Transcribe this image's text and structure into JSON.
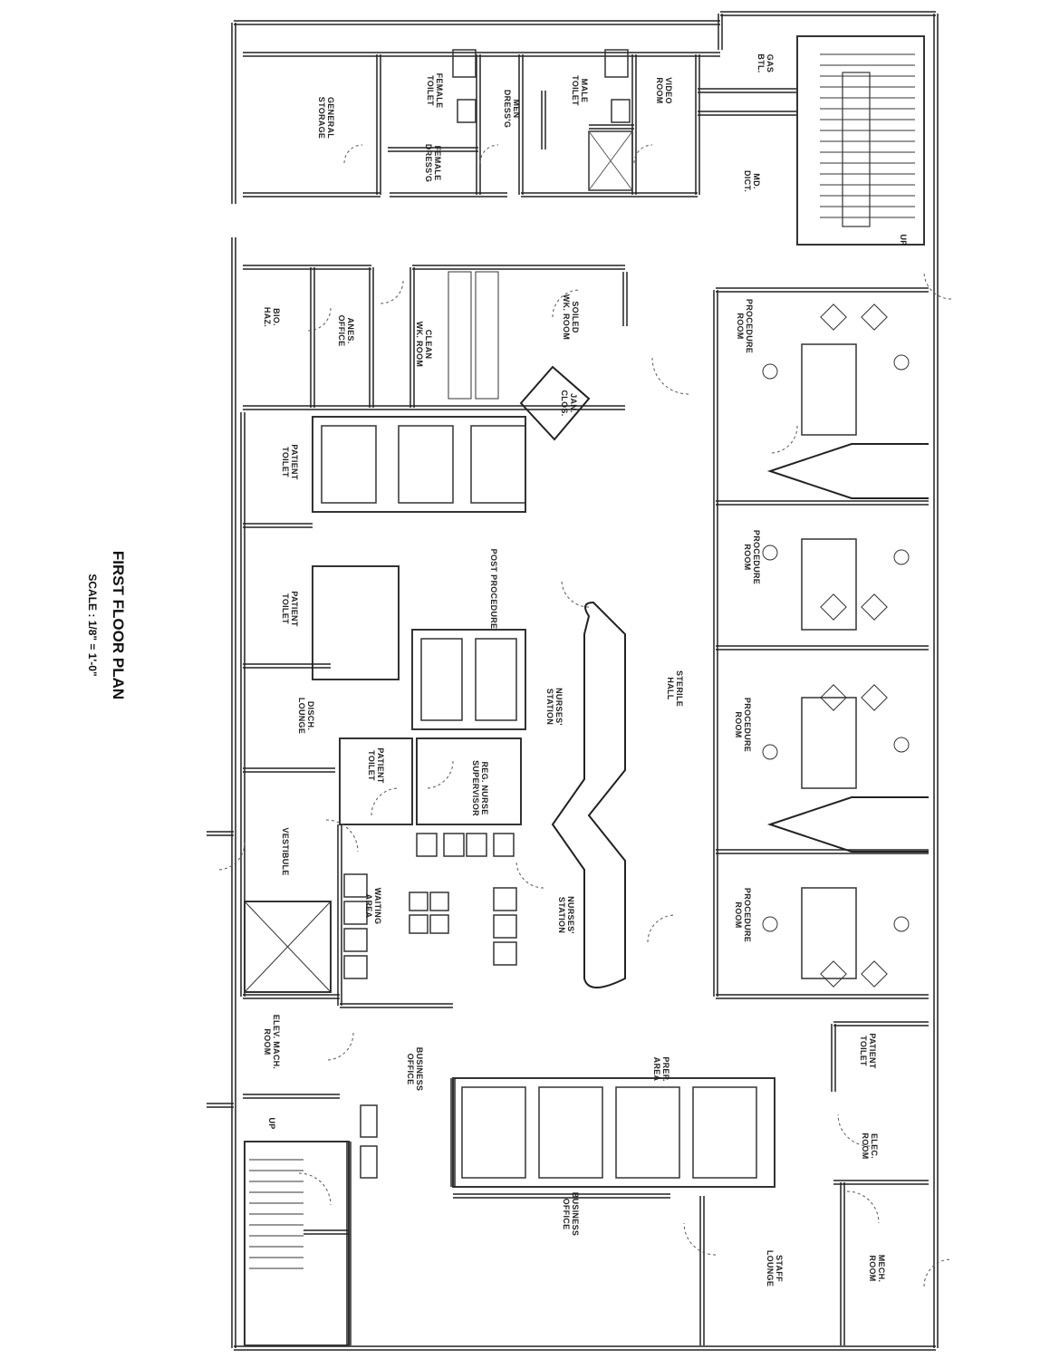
{
  "title": "FIRST FLOOR PLAN",
  "scale": "SCALE : 1/8\" = 1'-0\"",
  "rooms": [
    {
      "name": "GENERAL\nSTORAGE"
    },
    {
      "name": "FEMALE\nTOILET"
    },
    {
      "name": "FEMALE\nDRESS'G"
    },
    {
      "name": "MEN\nDRESS'G"
    },
    {
      "name": "MALE\nTOILET"
    },
    {
      "name": "VIDEO\nROOM"
    },
    {
      "name": "GAS\nBTL."
    },
    {
      "name": "MD.\nDICT."
    },
    {
      "name": "UP"
    },
    {
      "name": "BIO.\nHAZ."
    },
    {
      "name": "ANES.\nOFFICE"
    },
    {
      "name": "CLEAN\nWK. ROOM"
    },
    {
      "name": "SOILED\nWK. ROOM"
    },
    {
      "name": "JAN.\nCLOS."
    },
    {
      "name": "PROCEDURE\nROOM"
    },
    {
      "name": "PROCEDURE\nROOM"
    },
    {
      "name": "PROCEDURE\nROOM"
    },
    {
      "name": "PROCEDURE\nROOM"
    },
    {
      "name": "PATIENT\nTOILET"
    },
    {
      "name": "PATIENT\nTOILET"
    },
    {
      "name": "PATIENT\nTOILET"
    },
    {
      "name": "PATIENT\nTOILET"
    },
    {
      "name": "POST PROCEDURE"
    },
    {
      "name": "NURSES'\nSTATION"
    },
    {
      "name": "NURSES'\nSTATION"
    },
    {
      "name": "STERILE\nHALL"
    },
    {
      "name": "DISCH.\nLOUNGE"
    },
    {
      "name": "REG. NURSE\nSUPERVISOR"
    },
    {
      "name": "VESTIBULE"
    },
    {
      "name": "WAITING\nAREA"
    },
    {
      "name": "ELEV. MACH.\nROOM"
    },
    {
      "name": "BUSINESS\nOFFICE"
    },
    {
      "name": "BUSINESS\nOFFICE"
    },
    {
      "name": "PREP.\nAREA"
    },
    {
      "name": "ELEC.\nROOM"
    },
    {
      "name": "STAFF\nLOUNGE"
    },
    {
      "name": "MECH.\nROOM"
    },
    {
      "name": "UP"
    }
  ]
}
